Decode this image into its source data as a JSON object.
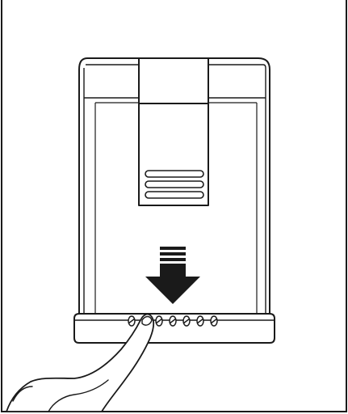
{
  "figure": {
    "kind": "line-art-illustration",
    "colors": {
      "stroke": "#1a1a1a",
      "fill": "#ffffff",
      "arrow": "#1a1a1a"
    },
    "direction_cue": "downward-arrow",
    "drain_hole_count": 6
  }
}
